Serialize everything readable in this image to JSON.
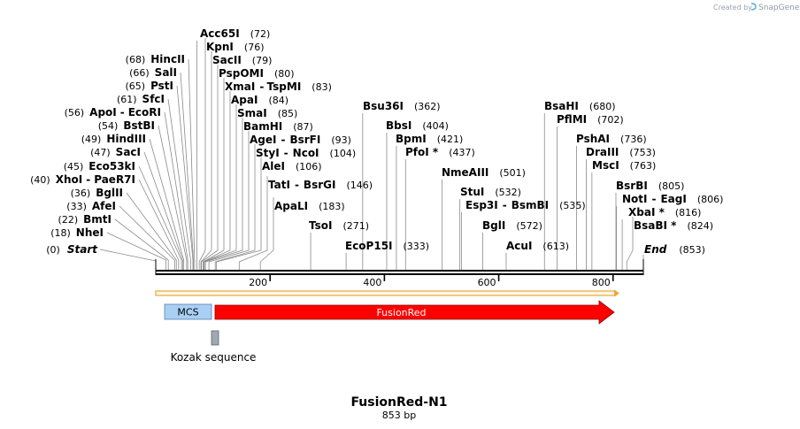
{
  "credit": {
    "prefix": "Created by",
    "brand": "SnapGene"
  },
  "map": {
    "name": "FusionRed-N1",
    "length_label": "853 bp",
    "length": 853,
    "start_label": "Start",
    "start_pos": "(0)",
    "end_label": "End",
    "end_pos": "(853)",
    "ticks": [
      {
        "value": 200,
        "label": "200"
      },
      {
        "value": 400,
        "label": "400"
      },
      {
        "value": 600,
        "label": "600"
      },
      {
        "value": 800,
        "label": "800"
      }
    ]
  },
  "sites": [
    {
      "name": "NheI",
      "pos": "(18)",
      "bp": 18
    },
    {
      "name": "BmtI",
      "pos": "(22)",
      "bp": 22
    },
    {
      "name": "AfeI",
      "pos": "(33)",
      "bp": 33
    },
    {
      "name": "BglII",
      "pos": "(36)",
      "bp": 36
    },
    {
      "name": "XhoI",
      "name2": "PaeR7I",
      "pos": "(40)",
      "bp": 40
    },
    {
      "name": "Eco53kI",
      "pos": "(45)",
      "bp": 45
    },
    {
      "name": "SacI",
      "pos": "(47)",
      "bp": 47
    },
    {
      "name": "HindIII",
      "pos": "(49)",
      "bp": 49
    },
    {
      "name": "BstBI",
      "pos": "(54)",
      "bp": 54
    },
    {
      "name": "ApoI",
      "name2": "EcoRI",
      "pos": "(56)",
      "bp": 56
    },
    {
      "name": "SfcI",
      "pos": "(61)",
      "bp": 61
    },
    {
      "name": "PstI",
      "pos": "(65)",
      "bp": 65
    },
    {
      "name": "SalI",
      "pos": "(66)",
      "bp": 66
    },
    {
      "name": "HincII",
      "pos": "(68)",
      "bp": 68
    },
    {
      "name": "Acc65I",
      "pos": "(72)",
      "bp": 72
    },
    {
      "name": "KpnI",
      "pos": "(76)",
      "bp": 76
    },
    {
      "name": "SacII",
      "pos": "(79)",
      "bp": 79
    },
    {
      "name": "PspOMI",
      "pos": "(80)",
      "bp": 80
    },
    {
      "name": "XmaI",
      "name2": "TspMI",
      "pos": "(83)",
      "bp": 83
    },
    {
      "name": "ApaI",
      "pos": "(84)",
      "bp": 84
    },
    {
      "name": "SmaI",
      "pos": "(85)",
      "bp": 85
    },
    {
      "name": "BamHI",
      "pos": "(87)",
      "bp": 87
    },
    {
      "name": "AgeI",
      "name2": "BsrFI",
      "pos": "(93)",
      "bp": 93
    },
    {
      "name": "StyI",
      "name2": "NcoI",
      "pos": "(104)",
      "bp": 104
    },
    {
      "name": "AleI",
      "pos": "(106)",
      "bp": 106
    },
    {
      "name": "TatI",
      "name2": "BsrGI",
      "pos": "(146)",
      "bp": 146
    },
    {
      "name": "ApaLI",
      "pos": "(183)",
      "bp": 183
    },
    {
      "name": "TsoI",
      "pos": "(271)",
      "bp": 271
    },
    {
      "name": "EcoP15I",
      "pos": "(333)",
      "bp": 333
    },
    {
      "name": "Bsu36I",
      "pos": "(362)",
      "bp": 362
    },
    {
      "name": "BbsI",
      "pos": "(404)",
      "bp": 404
    },
    {
      "name": "BpmI",
      "pos": "(421)",
      "bp": 421
    },
    {
      "name": "PfoI *",
      "pos": "(437)",
      "bp": 437
    },
    {
      "name": "NmeAIII",
      "pos": "(501)",
      "bp": 501
    },
    {
      "name": "StuI",
      "pos": "(532)",
      "bp": 532
    },
    {
      "name": "Esp3I",
      "name2": "BsmBI",
      "pos": "(535)",
      "bp": 535
    },
    {
      "name": "BglI",
      "pos": "(572)",
      "bp": 572
    },
    {
      "name": "AcuI",
      "pos": "(613)",
      "bp": 613
    },
    {
      "name": "BsaHI",
      "pos": "(680)",
      "bp": 680
    },
    {
      "name": "PflMI",
      "pos": "(702)",
      "bp": 702
    },
    {
      "name": "PshAI",
      "pos": "(736)",
      "bp": 736
    },
    {
      "name": "DraIII",
      "pos": "(753)",
      "bp": 753
    },
    {
      "name": "MscI",
      "pos": "(763)",
      "bp": 763
    },
    {
      "name": "BsrBI",
      "pos": "(805)",
      "bp": 805
    },
    {
      "name": "NotI",
      "name2": "EagI",
      "pos": "(806)",
      "bp": 806
    },
    {
      "name": "XbaI *",
      "pos": "(816)",
      "bp": 816
    },
    {
      "name": "BsaBI *",
      "pos": "(824)",
      "bp": 824
    }
  ],
  "features": [
    {
      "name": "MCS",
      "start": 18,
      "end": 100,
      "color": "#a9cff5",
      "kind": "box",
      "label_color": "#000000"
    },
    {
      "name": "FusionRed",
      "start": 106,
      "end": 792,
      "color": "#ff0000",
      "kind": "arrow",
      "label_color": "#ffffff"
    },
    {
      "name": "Kozak sequence",
      "start": 99,
      "end": 104,
      "color": "#a0a8b2",
      "kind": "small",
      "label_color": "#000000"
    }
  ],
  "colors": {
    "backbone": "#000000",
    "orf_track": "#e8a83a",
    "leader": "#8a8a8a"
  }
}
